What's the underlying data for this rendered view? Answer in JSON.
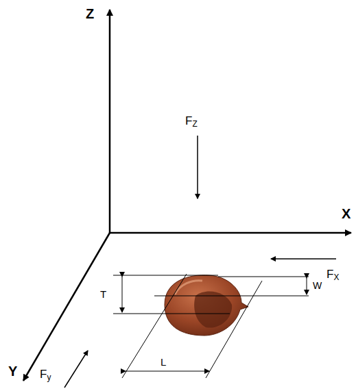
{
  "diagram": {
    "labels": [
      "Z",
      "X",
      "Y",
      "FZ",
      "FX",
      "Fy",
      "T",
      "W",
      "L"
    ]
  }
}
